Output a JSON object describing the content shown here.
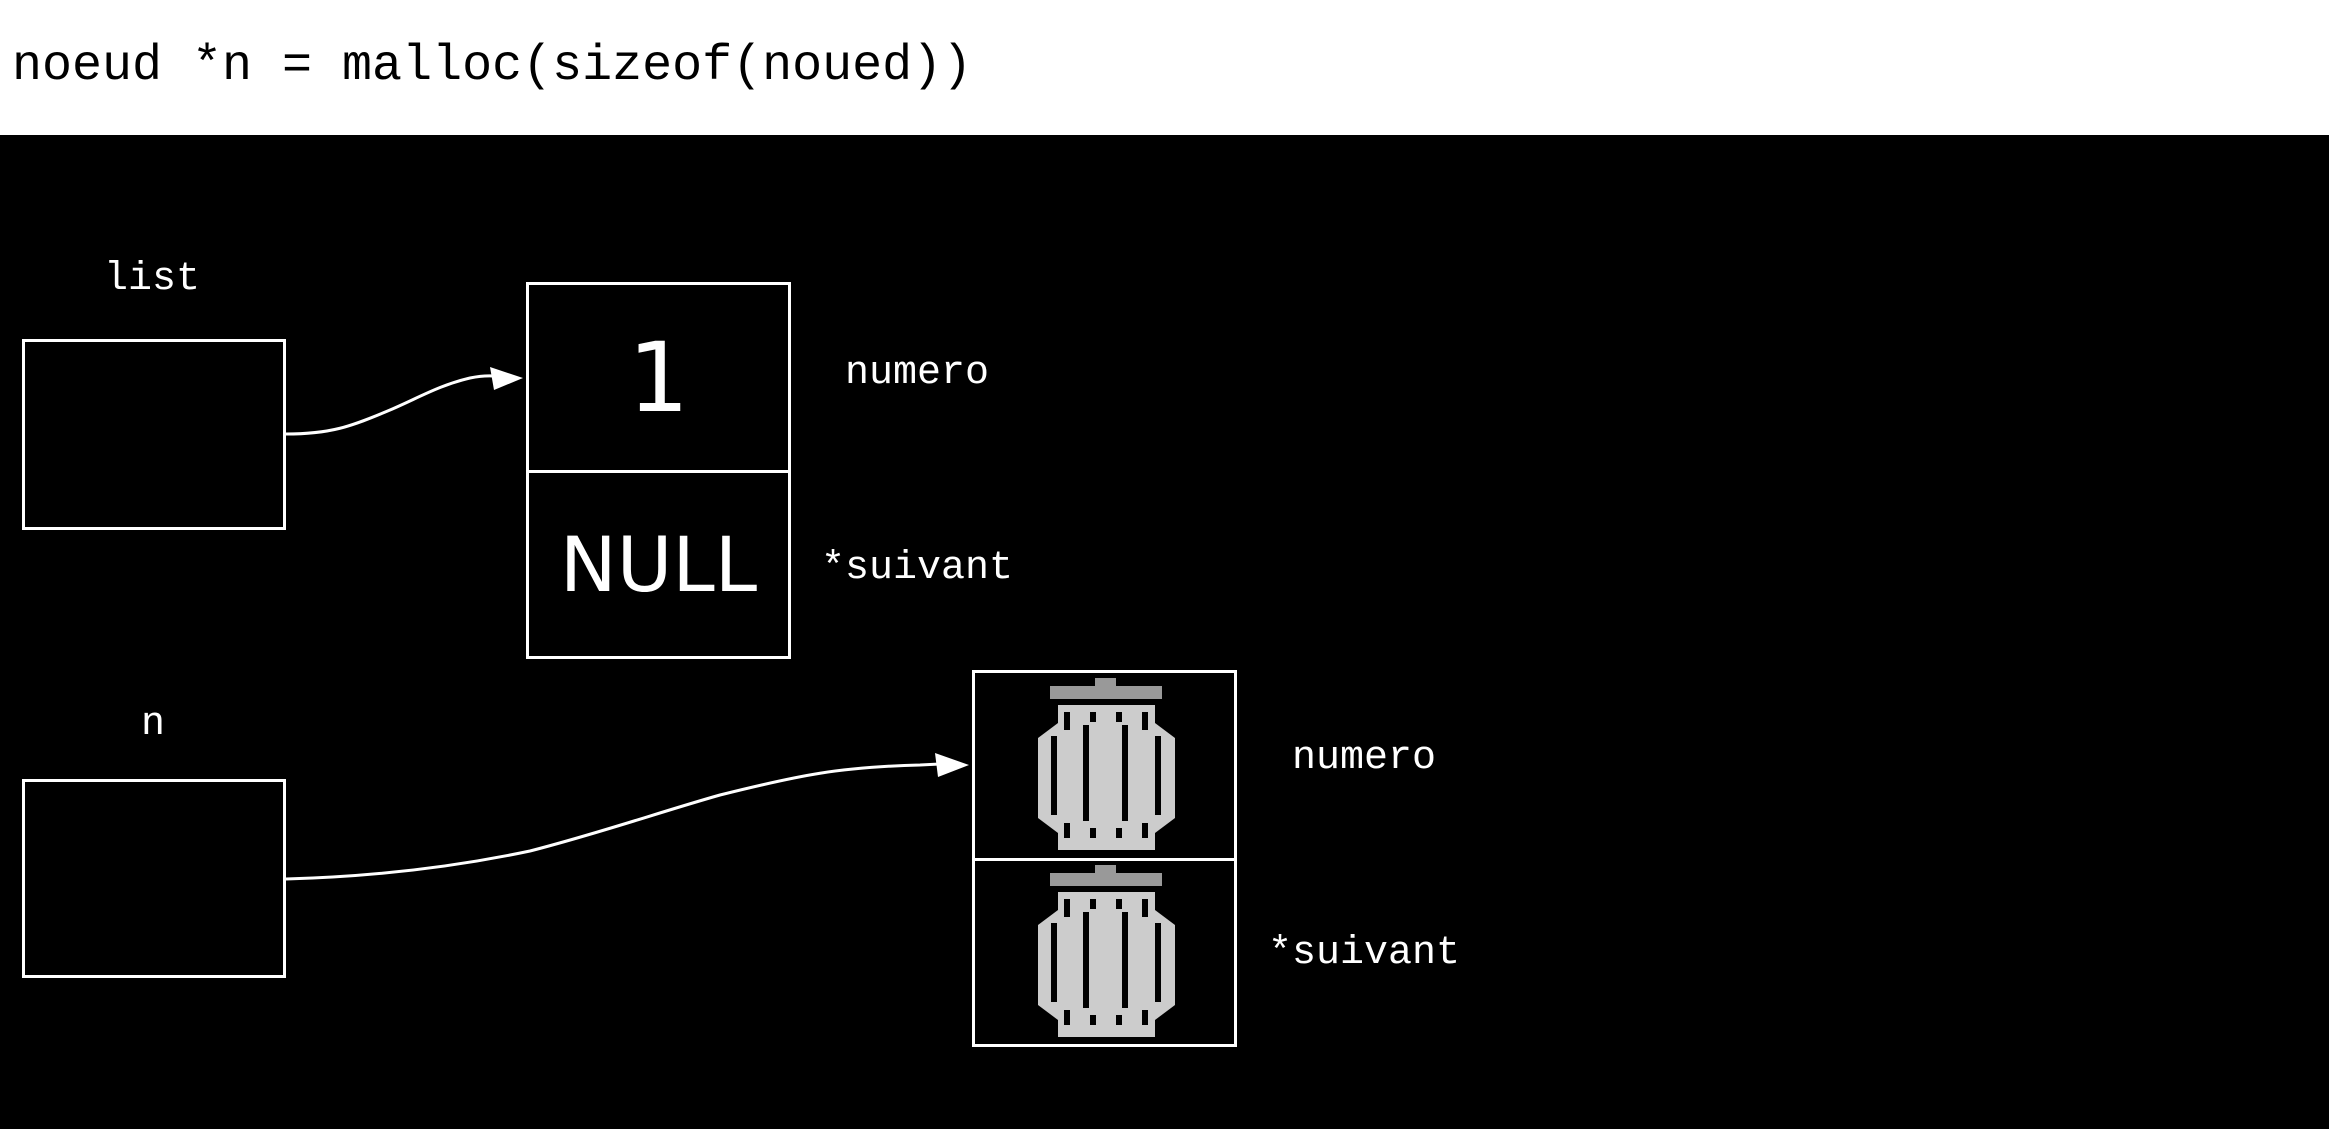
{
  "header": {
    "code": "noeud *n = malloc(sizeof(noued))"
  },
  "pointers": [
    {
      "label": "list"
    },
    {
      "label": "n"
    }
  ],
  "nodes": [
    {
      "numero_value": "1",
      "suivant_value": "NULL",
      "numero_label": "numero",
      "suivant_label": "*suivant"
    },
    {
      "numero_value_icon": "trash-icon",
      "suivant_value_icon": "trash-icon",
      "numero_label": "numero",
      "suivant_label": "*suivant"
    }
  ],
  "colors": {
    "background": "#000000",
    "stroke": "#ffffff",
    "trash_body": "#cccccc",
    "trash_lid": "#999999"
  }
}
